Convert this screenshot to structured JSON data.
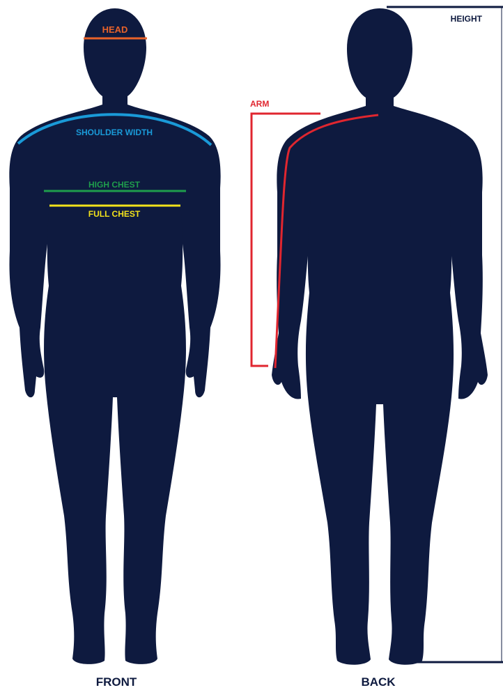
{
  "colors": {
    "silhouette": "#0e1a3f",
    "head": "#e8622a",
    "shoulder_width": "#1a9ad8",
    "high_chest": "#1f9d4c",
    "full_chest": "#f2e21b",
    "arm": "#e0262f",
    "height": "#0e1a3f"
  },
  "labels": {
    "head": "HEAD",
    "shoulder_width": "SHOULDER WIDTH",
    "high_chest": "HIGH CHEST",
    "full_chest": "FULL CHEST",
    "arm": "ARM",
    "height": "HEIGHT"
  },
  "views": {
    "front": "FRONT",
    "back": "BACK"
  }
}
